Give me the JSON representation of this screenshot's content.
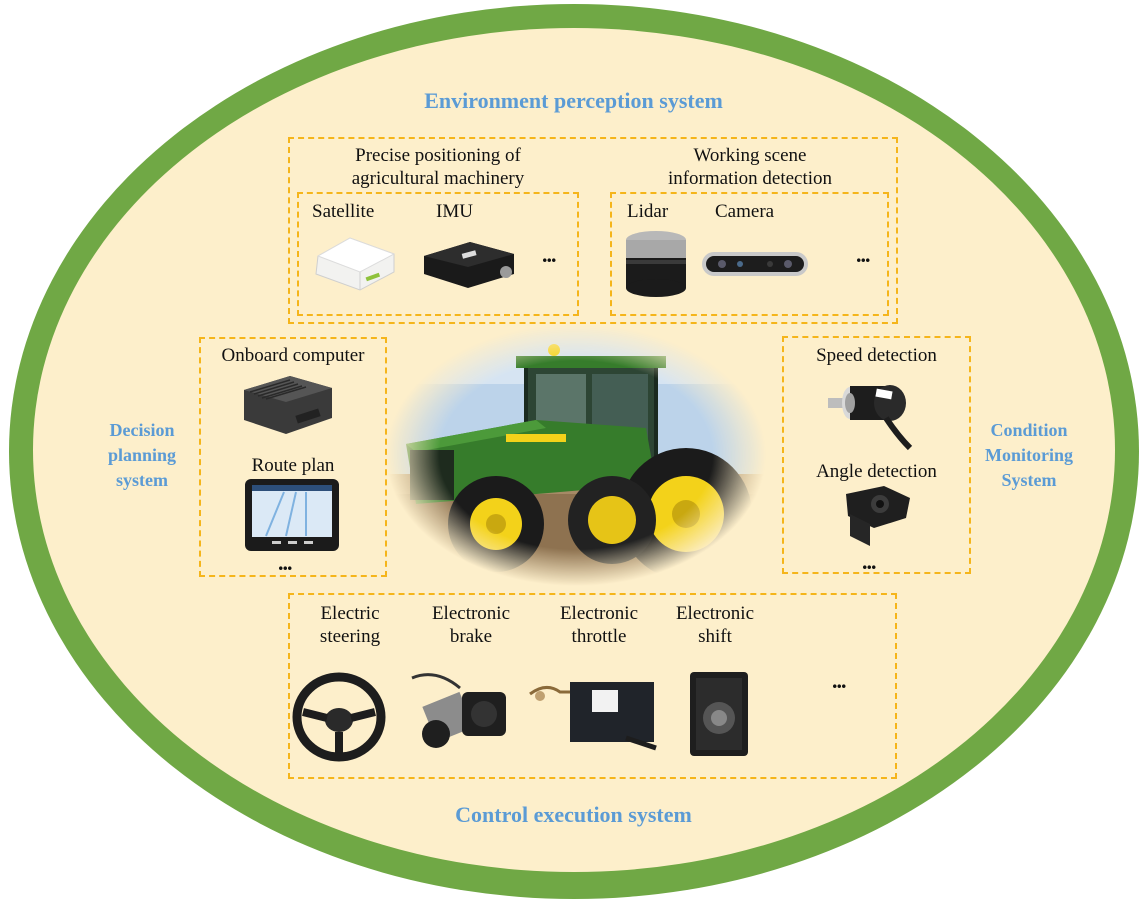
{
  "systems": {
    "environment": "Environment perception system",
    "decision": [
      "Decision",
      "planning",
      "system"
    ],
    "condition": [
      "Condition",
      "Monitoring",
      "System"
    ],
    "control": "Control execution system"
  },
  "environment": {
    "positioning_title": [
      "Precise positioning of",
      "agricultural machinery"
    ],
    "scene_title": [
      "Working scene",
      "information detection"
    ],
    "satellite": "Satellite",
    "imu": "IMU",
    "lidar": "Lidar",
    "camera": "Camera"
  },
  "decision": {
    "onboard_computer": "Onboard computer",
    "route_plan": "Route plan"
  },
  "condition": {
    "speed_detection": "Speed detection",
    "angle_detection": "Angle detection"
  },
  "control": {
    "steering": [
      "Electric",
      "steering"
    ],
    "brake": [
      "Electronic",
      "brake"
    ],
    "throttle": [
      "Electronic",
      "throttle"
    ],
    "shift": [
      "Electronic",
      "shift"
    ]
  },
  "ellipsis": "...",
  "colors": {
    "ring": "#70a845",
    "background": "#fdefcb",
    "dashed_border": "#f5b51b",
    "system_title": "#5b9bd5",
    "tractor_green": "#367c2b",
    "tractor_yellow": "#f3d21a"
  }
}
